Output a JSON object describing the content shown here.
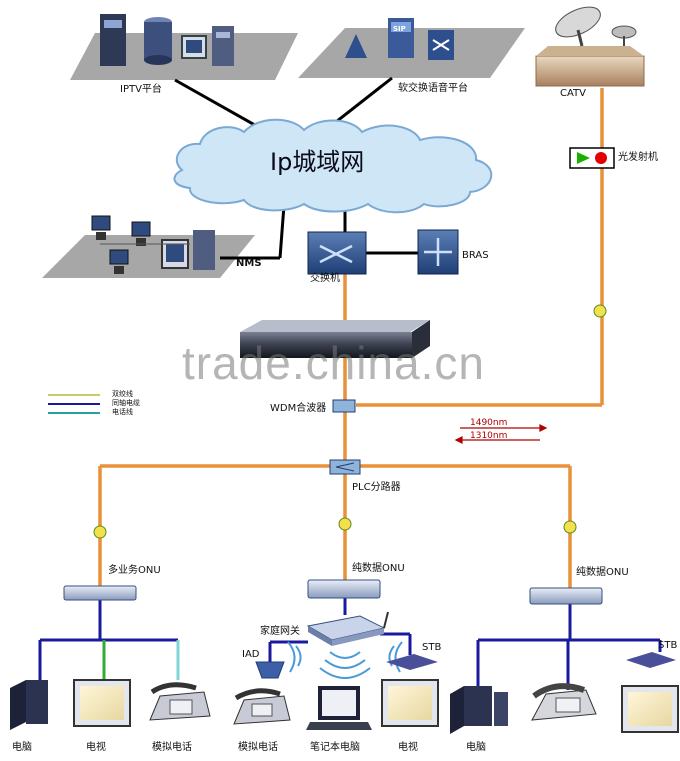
{
  "labels": {
    "iptv": "IPTV平台",
    "softswitch": "软交换语音平台",
    "catv": "CATV",
    "cloud": "Ip城域网",
    "transmitter": "光发射机",
    "nms": "NMS",
    "switch": "交换机",
    "bras": "BRAS",
    "sip": "SIP",
    "wdm": "WDM合波器",
    "plc": "PLC分路器",
    "wl_1490": "1490nm",
    "wl_1310": "1310nm",
    "onu_multi": "多业务ONU",
    "onu_data_mid": "纯数据ONU",
    "onu_data_right": "纯数据ONU",
    "home_gateway": "家庭网关",
    "iad": "IAD",
    "stb_mid": "STB",
    "stb_right": "STB",
    "pc_left": "电脑",
    "tv_left": "电视",
    "phone_left": "模拟电话",
    "phone_mid": "模拟电话",
    "laptop_mid": "笔记本电脑",
    "tv_mid": "电视",
    "pc_right": "电脑",
    "watermark": "trade.china.cn"
  },
  "legend": [
    {
      "label": "双绞线",
      "color": "#cccc66"
    },
    {
      "label": "同轴电缆",
      "color": "#1a1a9c"
    },
    {
      "label": "电话线",
      "color": "#2aa198"
    }
  ],
  "colors": {
    "fiber": "#e8913a",
    "copper": "#1a1a9c",
    "coax": "#33aa33",
    "phone": "#7fd6d6",
    "backbone": "#000000",
    "cloud": "#cfe6f7",
    "platform": "#9a9a9a"
  }
}
